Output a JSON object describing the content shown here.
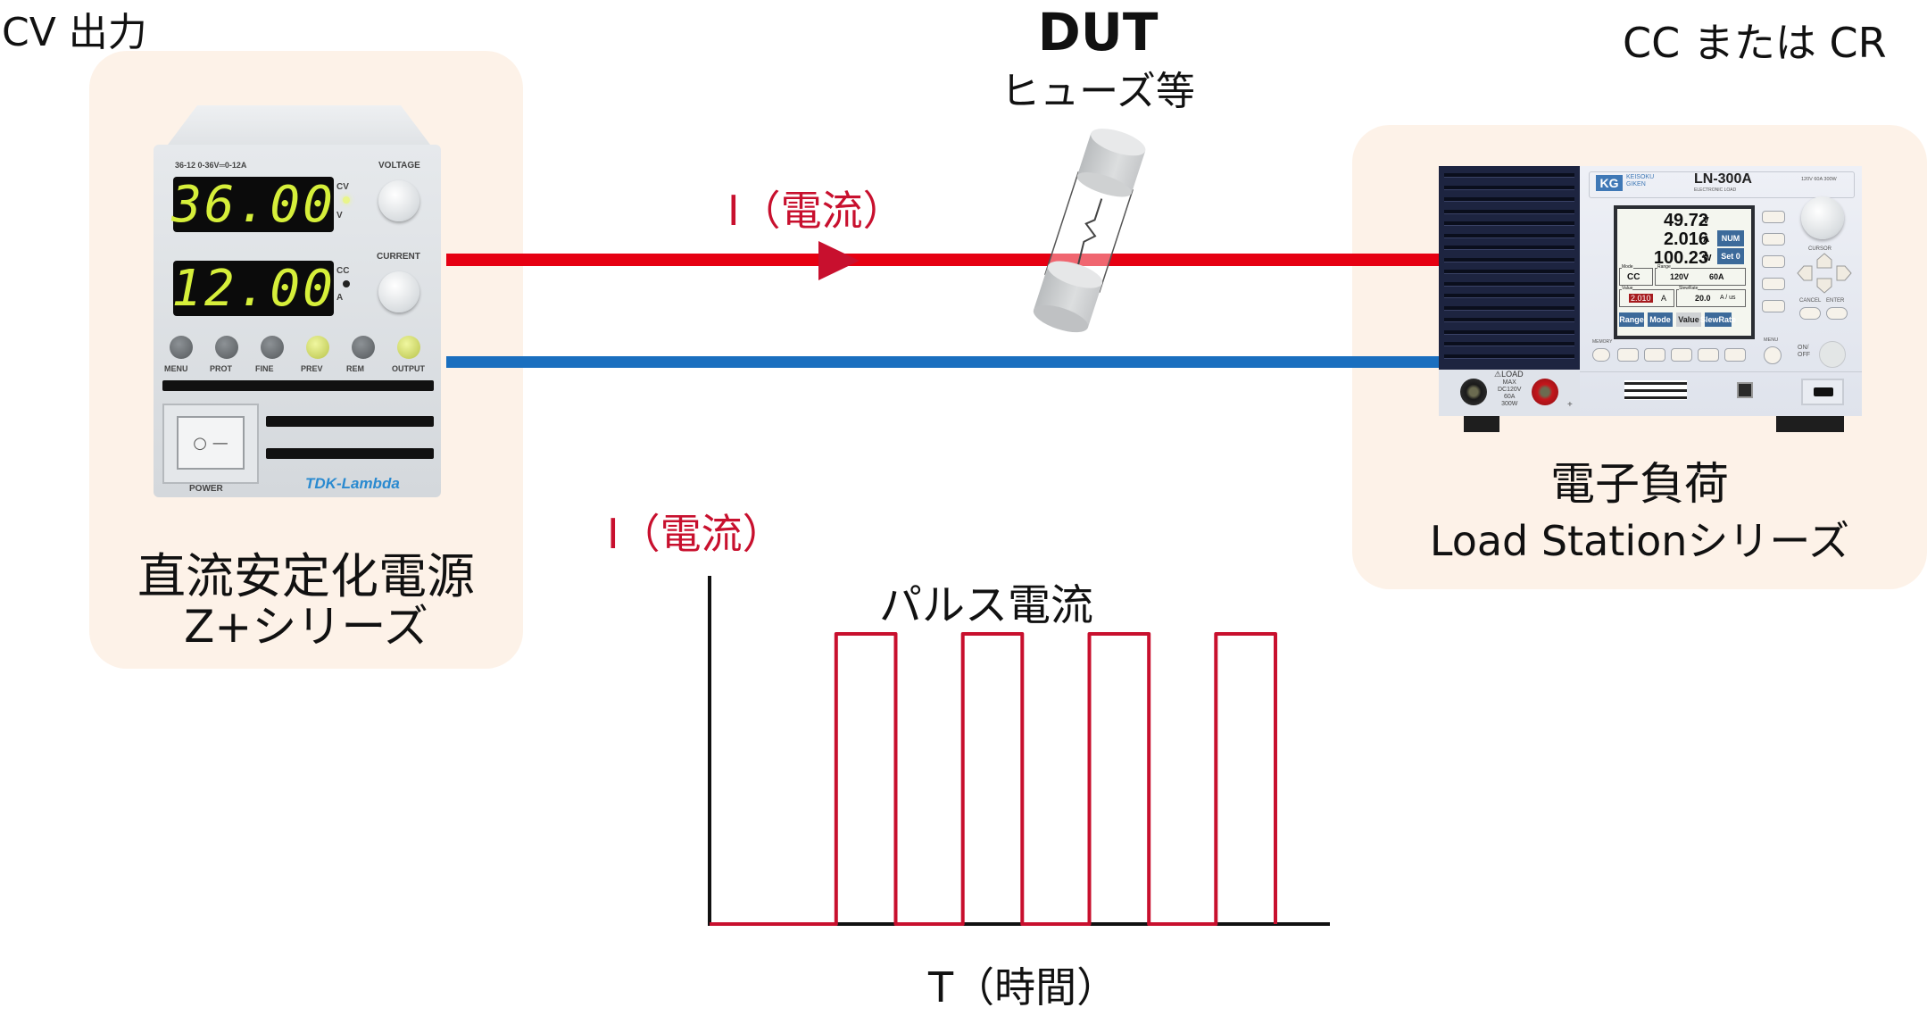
{
  "diagram": {
    "left_mode_label": "CV 出力",
    "right_mode_label": "CC または CR",
    "dut": {
      "title": "DUT",
      "subtitle": "ヒューズ等"
    },
    "current_label_top": "I（電流）",
    "power_supply": {
      "name_line1": "直流安定化電源",
      "name_line2": "Z+シリーズ",
      "model_strip": "36-12  0-36V═0-12A",
      "voltage_display": "36.00",
      "current_display": "12.00",
      "knob_labels": [
        "VOLTAGE",
        "CURRENT"
      ],
      "indicator_labels": {
        "cv": "CV",
        "v": "V",
        "cc": "CC",
        "a": "A"
      },
      "buttons": [
        {
          "label": "MENU",
          "lit": false
        },
        {
          "label": "PROT",
          "lit": false
        },
        {
          "label": "FINE",
          "lit": false
        },
        {
          "label": "PREV",
          "lit": true
        },
        {
          "label": "REM",
          "lit": false
        },
        {
          "label": "OUTPUT",
          "lit": true
        }
      ],
      "power_label": "POWER",
      "brand": "TDK-Lambda",
      "switch_symbols": "○ —"
    },
    "electronic_load": {
      "name_line1": "電子負荷",
      "name_line2": "Load Stationシリーズ",
      "brand_logo": "KG",
      "brand_line1": "KEISOKU",
      "brand_line2": "GIKEN",
      "model": "LN-300A",
      "model_sub": "ELECTRONIC LOAD",
      "rating": "120V 60A 300W",
      "readings": [
        {
          "value": "49.72",
          "unit": "V"
        },
        {
          "value": "2.016",
          "unit": "A"
        },
        {
          "value": "100.23",
          "unit": "W"
        }
      ],
      "side_keys": [
        "NUM",
        "Set 0"
      ],
      "mode_label": "Mode",
      "mode_value": "CC",
      "range_label": "Range",
      "range_v": "120V",
      "range_a": "60A",
      "value_label": "Value",
      "value_value": "2.010",
      "value_unit": "A",
      "slew_label": "SlewRate",
      "slew_value": "20.0",
      "slew_unit": "A / us",
      "softkeys": [
        "Range",
        "Mode",
        "Value",
        "SlewRate"
      ],
      "panel_labels": {
        "cursor": "CURSOR",
        "cancel": "CANCEL",
        "enter": "ENTER",
        "memory": "MEMORY",
        "menu": "MENU",
        "onoff": "ON/ OFF"
      },
      "terminal_label": "⚠LOAD",
      "terminal_rating": [
        "MAX",
        "DC120V",
        "60A",
        "300W"
      ],
      "plus": "+"
    },
    "colors": {
      "positive_wire": "#e60012",
      "negative_wire": "#1a6fbf",
      "pulse": "#c8102e",
      "box_fill": "#fdf2e8"
    }
  },
  "chart_data": {
    "type": "line",
    "title": "パルス電流",
    "ylabel": "I（電流）",
    "xlabel": "T（時間）",
    "series": [
      {
        "name": "パルス電流",
        "step": true,
        "x": [
          0,
          1.0,
          1.0,
          1.47,
          1.47,
          2.0,
          2.0,
          2.47,
          2.47,
          3.0,
          3.0,
          3.47,
          3.47,
          4.0,
          4.0,
          4.47,
          4.47
        ],
        "y": [
          0,
          0,
          1,
          1,
          0,
          0,
          1,
          1,
          0,
          0,
          1,
          1,
          0,
          0,
          1,
          1,
          0
        ]
      }
    ],
    "xlim": [
      0,
      4.9
    ],
    "ylim": [
      0,
      1.2
    ],
    "grid": false,
    "ticks": "none"
  }
}
